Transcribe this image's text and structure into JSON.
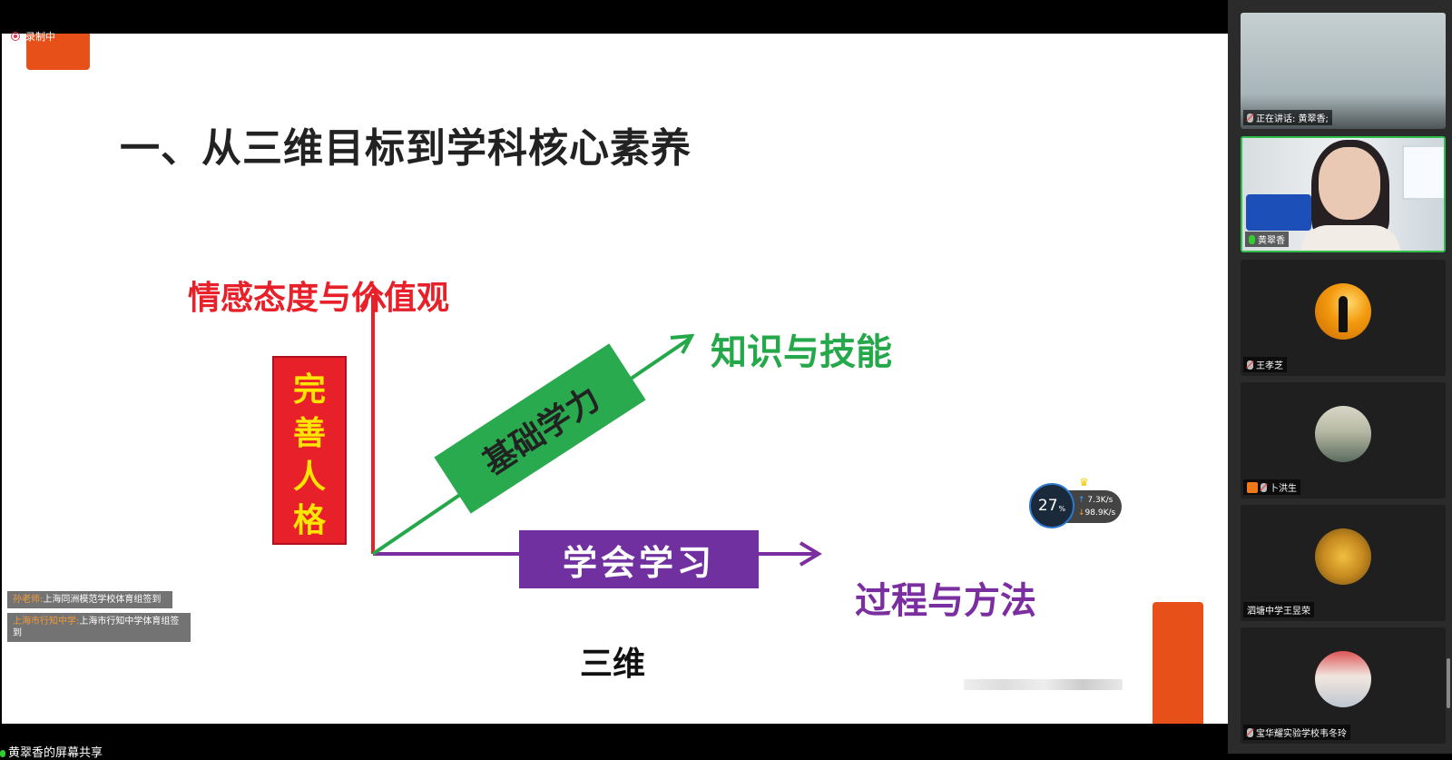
{
  "recording": {
    "label": "录制中"
  },
  "slide": {
    "title": "一、从三维目标到学科核心素养",
    "labels": {
      "emotion": "情感态度与价值观",
      "knowledge": "知识与技能",
      "process": "过程与方法",
      "three_d": "三维"
    },
    "boxes": {
      "personality": [
        "完",
        "善",
        "人",
        "格"
      ],
      "basic": "基础学力",
      "learn": "学会学习"
    },
    "colors": {
      "red": "#e8202a",
      "green": "#25a84a",
      "purple": "#7030a0",
      "orange": "#e8501a"
    }
  },
  "notices": [
    {
      "who": "孙老师:",
      "text": "上海同洲模范学校体育组签到"
    },
    {
      "who": "上海市行知中学:",
      "text": "上海市行知中学体育组签到"
    }
  ],
  "network": {
    "percent": "27",
    "percent_unit": "%",
    "up": "7.3",
    "down": "98.9",
    "unit": "K/s"
  },
  "bottom_bar": {
    "text": "黄翠香的屏幕共享"
  },
  "participants": [
    {
      "name": "正在讲话: 黄翠香;",
      "icon": "mic-muted-icon"
    },
    {
      "name": "黄翠香",
      "icon": "mic-green-icon"
    },
    {
      "name": "王孝芝",
      "icon": "mic-muted-icon"
    },
    {
      "name": "卜洪生",
      "icon": "mic-muted-icon"
    },
    {
      "name": "泗塘中学王昱荣",
      "icon": "none"
    },
    {
      "name": "宝华耀实验学校韦冬玲",
      "icon": "mic-muted-icon"
    }
  ]
}
